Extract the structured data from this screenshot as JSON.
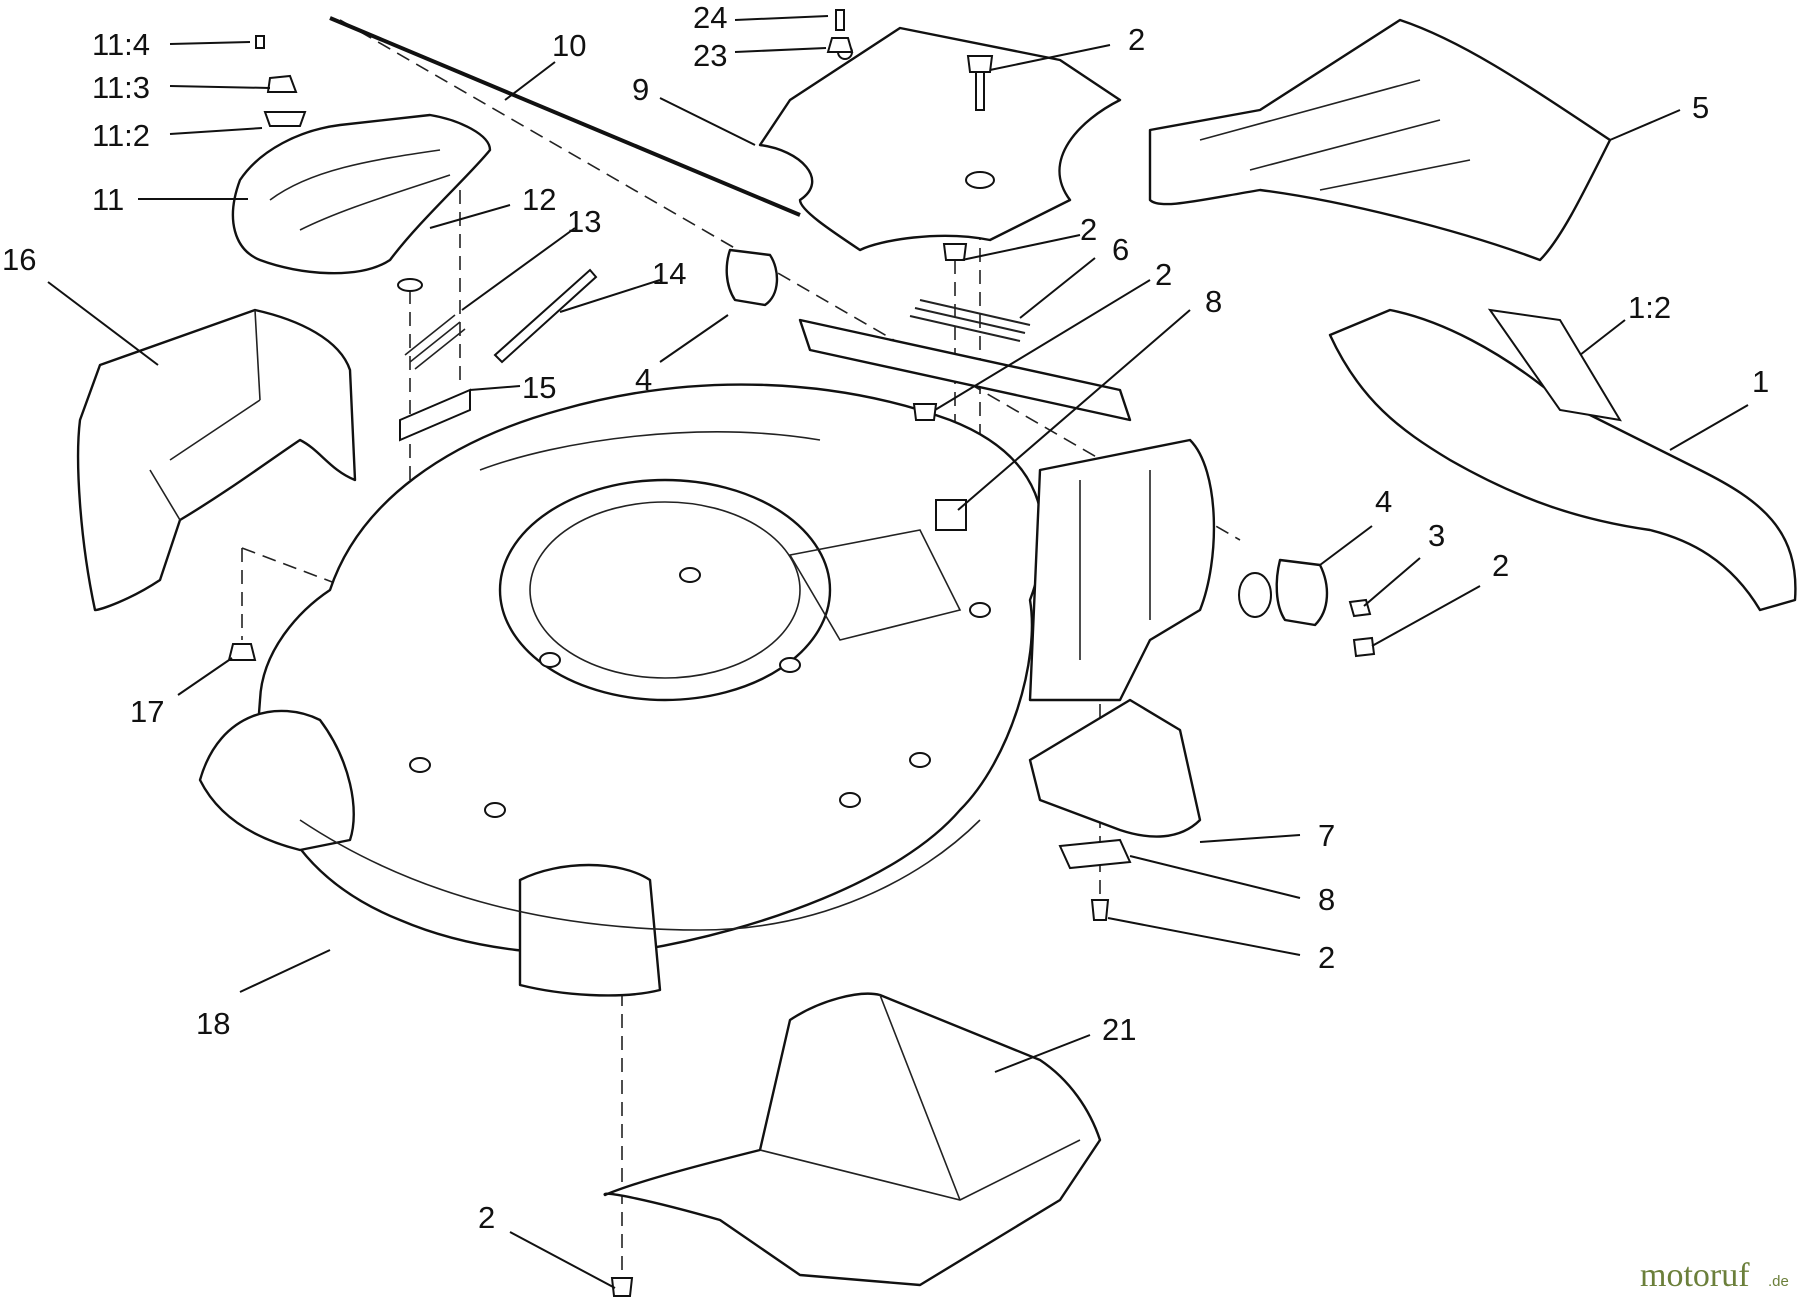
{
  "diagram": {
    "callouts": [
      {
        "id": "c-11-4",
        "text": "11:4"
      },
      {
        "id": "c-11-3",
        "text": "11:3"
      },
      {
        "id": "c-11-2",
        "text": "11:2"
      },
      {
        "id": "c-11",
        "text": "11"
      },
      {
        "id": "c-16",
        "text": "16"
      },
      {
        "id": "c-12",
        "text": "12"
      },
      {
        "id": "c-13",
        "text": "13"
      },
      {
        "id": "c-14",
        "text": "14"
      },
      {
        "id": "c-15",
        "text": "15"
      },
      {
        "id": "c-10",
        "text": "10"
      },
      {
        "id": "c-9",
        "text": "9"
      },
      {
        "id": "c-24",
        "text": "24"
      },
      {
        "id": "c-23",
        "text": "23"
      },
      {
        "id": "c-2a",
        "text": "2"
      },
      {
        "id": "c-5",
        "text": "5"
      },
      {
        "id": "c-2b",
        "text": "2"
      },
      {
        "id": "c-6",
        "text": "6"
      },
      {
        "id": "c-2c",
        "text": "2"
      },
      {
        "id": "c-8a",
        "text": "8"
      },
      {
        "id": "c-4a",
        "text": "4"
      },
      {
        "id": "c-1-2",
        "text": "1:2"
      },
      {
        "id": "c-1",
        "text": "1"
      },
      {
        "id": "c-4b",
        "text": "4"
      },
      {
        "id": "c-3",
        "text": "3"
      },
      {
        "id": "c-2d",
        "text": "2"
      },
      {
        "id": "c-17",
        "text": "17"
      },
      {
        "id": "c-7",
        "text": "7"
      },
      {
        "id": "c-8b",
        "text": "8"
      },
      {
        "id": "c-2e",
        "text": "2"
      },
      {
        "id": "c-18",
        "text": "18"
      },
      {
        "id": "c-21",
        "text": "21"
      },
      {
        "id": "c-2f",
        "text": "2"
      }
    ]
  },
  "watermark": {
    "brand": "motoruf",
    "tld": ".de"
  }
}
